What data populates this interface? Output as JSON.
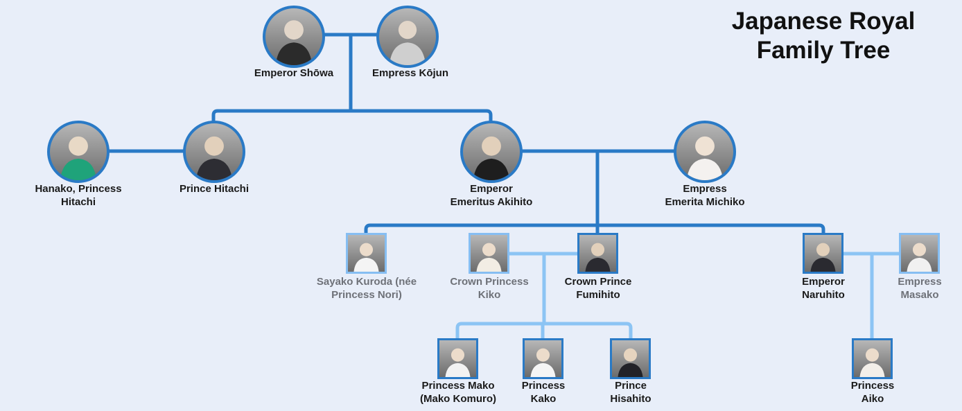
{
  "title": {
    "line1": "Japanese Royal",
    "line2": "Family Tree"
  },
  "colors": {
    "line_dark": "#2a7ac6",
    "line_light": "#8cc4f4",
    "border": "#2a7ac6",
    "text": "#1a1a1a",
    "muted": "#6e7178"
  },
  "members": {
    "showa": {
      "line1": "Emperor Shōwa",
      "line2": ""
    },
    "kojun": {
      "line1": "Empress Kōjun",
      "line2": ""
    },
    "hanako": {
      "line1": "Hanako, Princess",
      "line2": "Hitachi"
    },
    "hitachi": {
      "line1": "Prince Hitachi",
      "line2": ""
    },
    "akihito": {
      "line1": "Emperor",
      "line2": "Emeritus Akihito"
    },
    "michiko": {
      "line1": "Empress",
      "line2": "Emerita Michiko"
    },
    "sayako": {
      "line1": "Sayako Kuroda (née",
      "line2": "Princess Nori)"
    },
    "kiko": {
      "line1": "Crown Princess",
      "line2": "Kiko"
    },
    "fumihito": {
      "line1": "Crown Prince",
      "line2": "Fumihito"
    },
    "naruhito": {
      "line1": "Emperor",
      "line2": "Naruhito"
    },
    "masako": {
      "line1": "Empress",
      "line2": "Masako"
    },
    "mako": {
      "line1": "Princess Mako",
      "line2": "(Mako Komuro)"
    },
    "kako": {
      "line1": "Princess",
      "line2": "Kako"
    },
    "hisahito": {
      "line1": "Prince",
      "line2": "Hisahito"
    },
    "aiko": {
      "line1": "Princess",
      "line2": "Aiko"
    }
  }
}
